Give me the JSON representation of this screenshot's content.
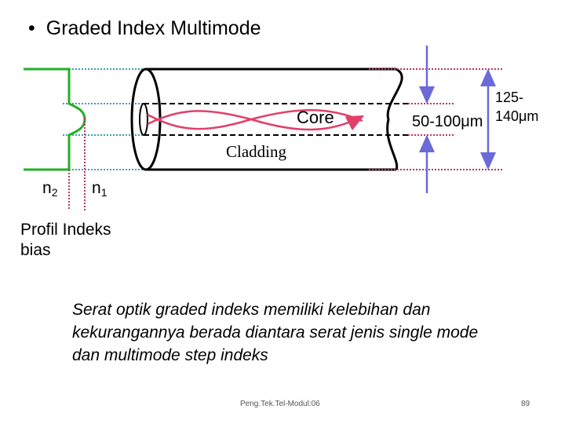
{
  "slide": {
    "bullet": "•",
    "title": "Graded Index Multimode"
  },
  "diagram": {
    "core_label": "Core",
    "cladding_label": "Cladding",
    "n2_base": "n",
    "n2_sub": "2",
    "n1_base": "n",
    "n1_sub": "1",
    "inner_dimension": "50-100μm",
    "outer_dimension_line1": "125-",
    "outer_dimension_line2": "140μm",
    "profile_caption": "Profil Indeks bias"
  },
  "description": "Serat optik graded indeks memiliki kelebihan dan kekurangannya berada diantara serat jenis single mode dan multimode step indeks",
  "footer": {
    "module": "Peng.Tek.Tel-Modul:06",
    "page_number": "89"
  },
  "colors": {
    "profile_line": "#22b022",
    "guide_lines": "#3aa0b8",
    "right_guides": "#c0306a",
    "ray": "#e0406a",
    "dimension_arrows": "#6a6ad8"
  }
}
